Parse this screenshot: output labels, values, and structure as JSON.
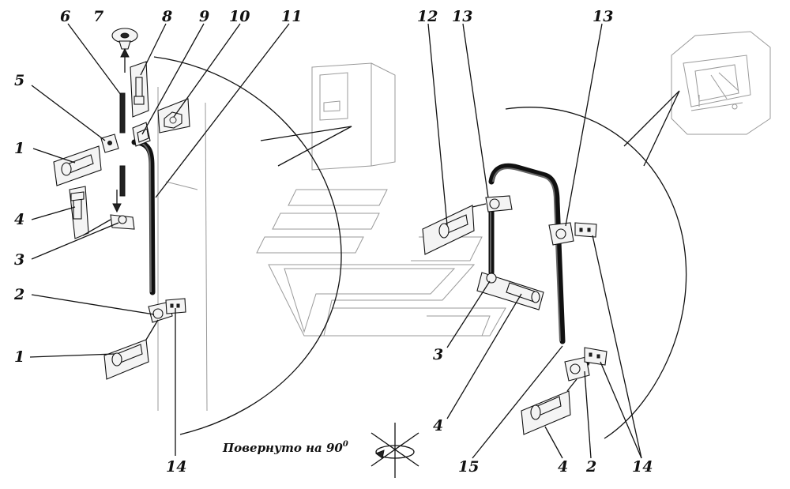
{
  "caption": "Повернуто на 90",
  "caption_superscript": "0",
  "callouts": [
    {
      "id": "c1a",
      "label": "1"
    },
    {
      "id": "c1b",
      "label": "1"
    },
    {
      "id": "c2a",
      "label": "2"
    },
    {
      "id": "c2b",
      "label": "2"
    },
    {
      "id": "c3a",
      "label": "3"
    },
    {
      "id": "c3b",
      "label": "3"
    },
    {
      "id": "c4a",
      "label": "4"
    },
    {
      "id": "c4b",
      "label": "4"
    },
    {
      "id": "c4c",
      "label": "4"
    },
    {
      "id": "c5",
      "label": "5"
    },
    {
      "id": "c6",
      "label": "6"
    },
    {
      "id": "c7",
      "label": "7"
    },
    {
      "id": "c8",
      "label": "8"
    },
    {
      "id": "c9",
      "label": "9"
    },
    {
      "id": "c10",
      "label": "10"
    },
    {
      "id": "c11",
      "label": "11"
    },
    {
      "id": "c12",
      "label": "12"
    },
    {
      "id": "c13a",
      "label": "13"
    },
    {
      "id": "c13b",
      "label": "13"
    },
    {
      "id": "c14a",
      "label": "14"
    },
    {
      "id": "c14b",
      "label": "14"
    },
    {
      "id": "c15",
      "label": "15"
    }
  ]
}
